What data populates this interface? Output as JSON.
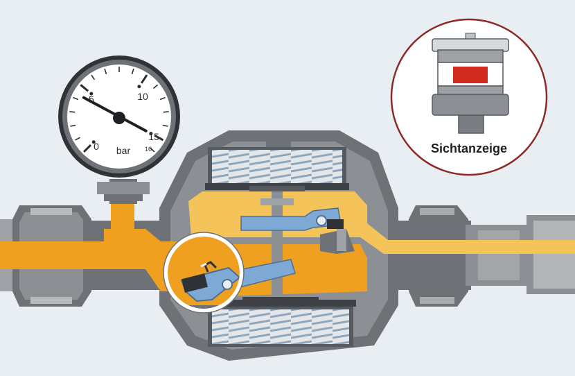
{
  "gauge": {
    "ticks": [
      "0",
      "5",
      "10",
      "15",
      "16"
    ],
    "unit": "bar",
    "needle_value": 15,
    "min": 0,
    "max": 16
  },
  "inset": {
    "label": "Sichtanzeige"
  },
  "colors": {
    "background": "#e9eef2",
    "water_dark": "#f0a020",
    "water_light": "#f4c35a",
    "body_dark": "#6e7175",
    "body_mid": "#9ea1a5",
    "body_light": "#c7cacd",
    "spring": "#9fb6cc",
    "lever": "#7ea9d4",
    "indicator_red": "#d02a1e",
    "inset_ring": "#8b2a26"
  }
}
